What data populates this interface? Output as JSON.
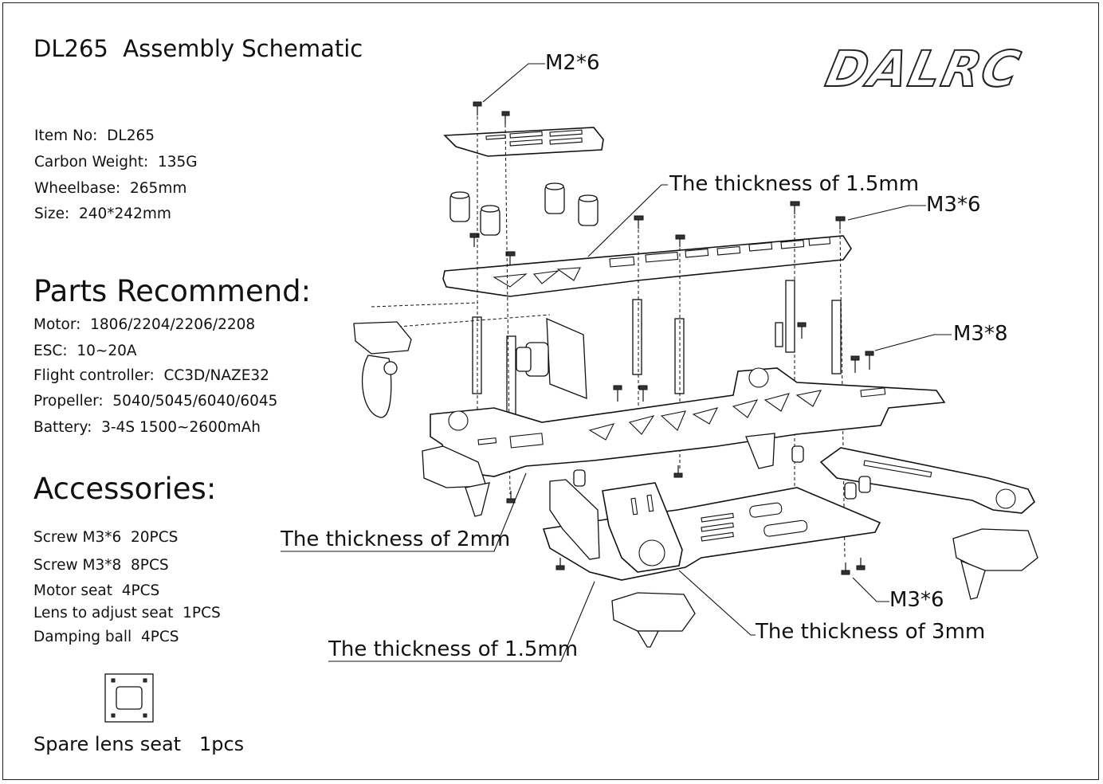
{
  "title": "DL265  Assembly Schematic",
  "brand": {
    "logo_text": "DALRC"
  },
  "specs": [
    "Item No:  DL265",
    "Carbon Weight:  135G",
    "Wheelbase:  265mm",
    "Size:  240*242mm"
  ],
  "parts_heading": "Parts Recommend:",
  "parts": [
    "Motor:  1806/2204/2206/2208",
    "ESC:  10~20A",
    "Flight controller:  CC3D/NAZE32",
    "Propeller:  5040/5045/6040/6045",
    "Battery:  3-4S 1500~2600mAh"
  ],
  "accessories_heading": "Accessories:",
  "accessories": [
    "Screw M3*6  20PCS",
    "Screw M3*8  8PCS",
    "Motor seat  4PCS",
    "Lens to adjust seat  1PCS",
    "Damping ball  4PCS"
  ],
  "spare": "Spare lens seat   1pcs",
  "callouts": {
    "m2x6": "M2*6",
    "thick_top": "The thickness of 1.5mm",
    "m3x6_top": "M3*6",
    "m3x8": "M3*8",
    "thick_2mm": "The thickness of 2mm",
    "m3x6_bottom": "M3*6",
    "thick_3mm": "The thickness of 3mm",
    "thick_bottom": "The thickness of 1.5mm"
  }
}
